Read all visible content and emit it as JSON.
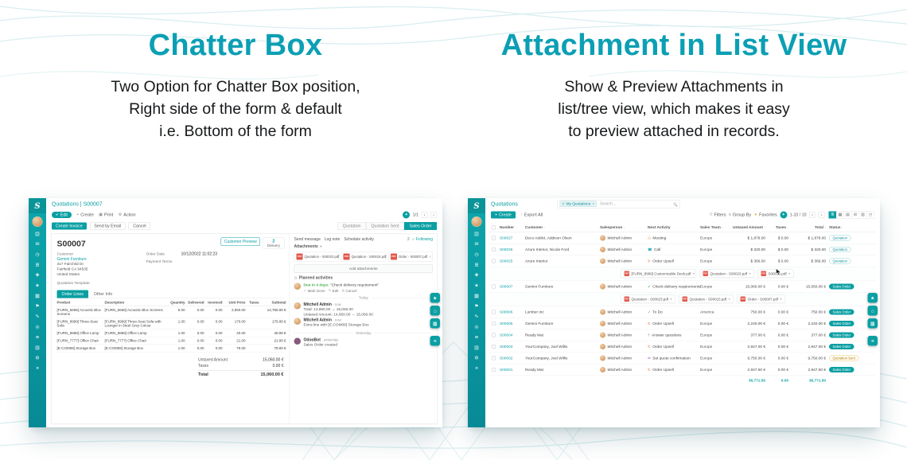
{
  "hero": {
    "left_title": "Chatter Box",
    "left_lines": [
      "Two Option for Chatter Box position,",
      "Right side of the form & default",
      "i.e. Bottom of the form"
    ],
    "right_title": "Attachment in List View",
    "right_lines": [
      "Show & Preview Attachments in",
      "list/tree view, which makes it easy",
      "to preview attached in records."
    ]
  },
  "colors": {
    "accent_teal": "#0a9fa3",
    "title_teal": "#0b9fb4",
    "pdf_red": "#e2574c",
    "bot_purple": "#875a7b",
    "wave_line": "#d5ecef"
  },
  "icons": {
    "logo": "S",
    "edit_check": "✔",
    "create_plus": "+",
    "print": "▣",
    "action_gear": "⚙",
    "refresh_circle": "✦",
    "chevron_left": "‹",
    "chevron_right": "›",
    "caret_down": "▾",
    "export_up": "↑",
    "filters_funnel": "▽",
    "group_by_bars": "≡",
    "favorites_star": "★",
    "pdf": "PDF",
    "close": "×",
    "check": "✓",
    "clock": "◷",
    "pencil": "✎",
    "cancel_slash": "⊘"
  },
  "sidebar_icons": [
    {
      "name": "home",
      "glyph": "▤"
    },
    {
      "name": "discuss",
      "glyph": "✉"
    },
    {
      "name": "calendar",
      "glyph": "◷"
    },
    {
      "name": "crm",
      "glyph": "⊞"
    },
    {
      "name": "sales",
      "glyph": "✚"
    },
    {
      "name": "dashboards",
      "glyph": "★"
    },
    {
      "name": "inventory",
      "glyph": "▦"
    },
    {
      "name": "purchase",
      "glyph": "⚑"
    },
    {
      "name": "accounting",
      "glyph": "✎"
    },
    {
      "name": "project",
      "glyph": "◎"
    },
    {
      "name": "website",
      "glyph": "≋"
    },
    {
      "name": "employees",
      "glyph": "▥"
    },
    {
      "name": "settings",
      "glyph": "⚙"
    },
    {
      "name": "more-apps",
      "glyph": "≡"
    }
  ],
  "edge_buttons": [
    {
      "name": "bookmark",
      "glyph": "★"
    },
    {
      "name": "home-shortcut",
      "glyph": "⌂"
    },
    {
      "name": "apps-grid",
      "glyph": "▦"
    },
    {
      "name": "menu",
      "glyph": "≡"
    }
  ],
  "form_app": {
    "breadcrumb": "Quotations | S00007",
    "toolbar": {
      "edit": "Edit",
      "create": "Create",
      "print": "Print",
      "action": "Action",
      "pager": "1/1"
    },
    "actions": {
      "create_invoice": "Create Invoice",
      "send_by_email": "Send by Email",
      "cancel": "Cancel"
    },
    "statusbar": [
      {
        "label": "Quotation",
        "state": ""
      },
      {
        "label": "Quotation Sent",
        "state": ""
      },
      {
        "label": "Sales Order",
        "state": "active"
      }
    ],
    "customer_preview": "Customer Preview",
    "smart_button": {
      "count": "2",
      "label": "Delivery"
    },
    "record": {
      "name": "S00007",
      "customer_label": "Customer",
      "customer": "Gemini Furniture",
      "address": [
        "317 Fairchild Dr",
        "Fairfield CA 94535",
        "United States"
      ],
      "order_date_label": "Order Date",
      "order_date": "10/12/2022 11:02:23",
      "payment_terms_label": "Payment Terms",
      "template_label": "Quotation Template"
    },
    "tabs": [
      {
        "label": "Order Lines",
        "state": "active"
      },
      {
        "label": "Other Info",
        "state": ""
      }
    ],
    "lines": {
      "headers": [
        "Product",
        "Description",
        "Quantity",
        "Delivered",
        "Invoiced",
        "Unit Price",
        "Taxes",
        "Subtotal"
      ],
      "rows": [
        {
          "product": "[FURN_6666] Acoustic Bloc Screens",
          "description": "[FURN_6666] Acoustic Bloc Screens",
          "qty": "5.00",
          "delivered": "0.00",
          "invoiced": "0.00",
          "price": "2,950.00",
          "taxes": "",
          "subtotal": "14,750.00 €"
        },
        {
          "product": "[FURN_8999] Three-Seat Sofa",
          "description": "[FURN_8999] Three-Seat Sofa with Lounger in Steel Grey Colour",
          "qty": "1.00",
          "delivered": "0.00",
          "invoiced": "0.00",
          "price": "170.00",
          "taxes": "",
          "subtotal": "170.00 €"
        },
        {
          "product": "[FURN_8888] Office Lamp",
          "description": "[FURN_8888] Office Lamp",
          "qty": "1.00",
          "delivered": "0.00",
          "invoiced": "0.00",
          "price": "40.00",
          "taxes": "",
          "subtotal": "40.00 €"
        },
        {
          "product": "[FURN_7777] Office Chair",
          "description": "[FURN_7777] Office Chair",
          "qty": "1.00",
          "delivered": "0.00",
          "invoiced": "0.00",
          "price": "21.00",
          "taxes": "",
          "subtotal": "21.00 €"
        },
        {
          "product": "[E-COM08] Storage Box",
          "description": "[E-COM08] Storage Box",
          "qty": "1.00",
          "delivered": "0.00",
          "invoiced": "0.00",
          "price": "79.00",
          "taxes": "",
          "subtotal": "79.00 €"
        }
      ]
    },
    "totals": {
      "untaxed_label": "Untaxed Amount",
      "untaxed": "15,060.00 €",
      "taxes_label": "Taxes",
      "taxes": "0.00 €",
      "total_label": "Total",
      "total": "15,060.00 €"
    },
    "chatter": {
      "send_message": "Send message",
      "log_note": "Log note",
      "schedule_activity": "Schedule activity",
      "followers": "2",
      "following": "Following",
      "attachments_label": "Attachments",
      "attachments": [
        "Quotation - S00023.pdf",
        "Quotation - S00015.pdf",
        "Order - S00007.pdf"
      ],
      "add_attachments": "Add attachments",
      "planned_label": "Planned activities",
      "activity": {
        "due": "Due in 4 days:",
        "summary": "\"Check delivery requirement\"",
        "mark_done": "Mark Done",
        "edit": "Edit",
        "cancel": "Cancel"
      },
      "today": "Today",
      "yesterday": "Yesterday",
      "messages_today": [
        {
          "author": "Mitchell Admin",
          "time": "- now",
          "avatar_class": "",
          "lines": [
            "Total: 14,950.00 → 15,060.00",
            "Untaxed Amount: 14,950.00 → 15,060.00"
          ]
        },
        {
          "author": "Mitchell Admin",
          "time": "- now",
          "avatar_class": "",
          "lines": [
            "Extra line with [E-COM08] Storage Box"
          ]
        }
      ],
      "messages_yesterday": [
        {
          "author": "OdooBot",
          "time": "- yesterday",
          "avatar_class": "bot",
          "lines": [
            "Sales Order created"
          ]
        }
      ]
    }
  },
  "list_app": {
    "breadcrumb": "Quotations",
    "search": {
      "facet": "My Quotations",
      "placeholder": "Search..."
    },
    "toolbar": {
      "create": "Create",
      "export": "Export All",
      "filters": "Filters",
      "group_by": "Group By",
      "favorites": "Favorites",
      "pager": "1-10 / 10"
    },
    "views": [
      {
        "name": "list-view",
        "glyph": "≣",
        "state": "active"
      },
      {
        "name": "kanban-view",
        "glyph": "▦",
        "state": ""
      },
      {
        "name": "calendar-view",
        "glyph": "▤",
        "state": ""
      },
      {
        "name": "pivot-view",
        "glyph": "⊞",
        "state": ""
      },
      {
        "name": "graph-view",
        "glyph": "▥",
        "state": ""
      },
      {
        "name": "activity-view",
        "glyph": "◷",
        "state": ""
      }
    ],
    "table": {
      "headers": [
        {
          "label": "Number",
          "sort": "↕"
        },
        {
          "label": "Customer",
          "sort": "↕"
        },
        {
          "label": "Salesperson",
          "sort": "↕"
        },
        {
          "label": "Next Activity",
          "sort": ""
        },
        {
          "label": "Sales Team",
          "sort": "↕"
        },
        {
          "label": "Untaxed Amount",
          "sort": "↕"
        },
        {
          "label": "Taxes",
          "sort": "↕"
        },
        {
          "label": "Total",
          "sort": "↕"
        },
        {
          "label": "Status",
          "sort": "↕"
        }
      ],
      "rows": [
        {
          "number": "S00027",
          "customer": "Deco Addict, Addison Olson",
          "salesperson": "Mitchell Admin",
          "activity_glyph": "◷",
          "activity_color": "#e8a33d",
          "activity": "Meeting",
          "team": "Europe",
          "untaxed": "$ 1,878.00",
          "taxes": "$ 0.00",
          "total": "$ 1,878.00",
          "status": "Quotation",
          "status_class": "st-quotation"
        },
        {
          "number": "S00026",
          "customer": "Azure Interior, Nicole Ford",
          "salesperson": "Mitchell Admin",
          "activity_glyph": "☎",
          "activity_color": "#0a9fa3",
          "activity": "Call",
          "team": "Europe",
          "untaxed": "$ 320.00",
          "taxes": "$ 0.00",
          "total": "$ 320.00",
          "status": "Quotation",
          "status_class": "st-quotation"
        },
        {
          "number": "S00025",
          "customer": "Azure Interior",
          "salesperson": "Mitchell Admin",
          "activity_glyph": "↻",
          "activity_color": "#f06050",
          "activity": "Order Upsell",
          "team": "Europe",
          "untaxed": "$ 366.00",
          "taxes": "$ 0.00",
          "total": "$ 366.00",
          "status": "Quotation",
          "status_class": "st-quotation",
          "attachments": [
            "[FURN_8999] Customizable Desk.pdf",
            "Quotation - S00023.pdf",
            "S00015.pdf"
          ]
        },
        {
          "number": "S00007",
          "customer": "Gemini Furniture",
          "salesperson": "Mitchell Admin",
          "activity_glyph": "✔",
          "activity_color": "#5cb85c",
          "activity": "Check delivery requirements",
          "team": "Europe",
          "untaxed": "15,060.00 €",
          "taxes": "0.00 €",
          "total": "15,060.00 €",
          "status": "Sales Order",
          "status_class": "st-sale",
          "attachments": [
            "Quotation - S00023.pdf",
            "Quotation - S00015.pdf",
            "Order - S00007.pdf"
          ]
        },
        {
          "number": "S00006",
          "customer": "Lumber Inc",
          "salesperson": "Mitchell Admin",
          "activity_glyph": "✓",
          "activity_color": "#6c757d",
          "activity": "To Do",
          "team": "America",
          "untaxed": "750.00 €",
          "taxes": "0.00 €",
          "total": "750.00 €",
          "status": "Sales Order",
          "status_class": "st-sale"
        },
        {
          "number": "S00005",
          "customer": "Gemini Furniture",
          "salesperson": "Mitchell Admin",
          "activity_glyph": "↻",
          "activity_color": "#f06050",
          "activity": "Order Upsell",
          "team": "Europe",
          "untaxed": "2,240.00 €",
          "taxes": "0.00 €",
          "total": "2,240.00 €",
          "status": "Sales Order",
          "status_class": "st-sale"
        },
        {
          "number": "S00004",
          "customer": "Ready Mat",
          "salesperson": "Mitchell Admin",
          "activity_glyph": "?",
          "activity_color": "#337ab7",
          "activity": "Answer questions",
          "team": "Europe",
          "untaxed": "377.00 €",
          "taxes": "0.00 €",
          "total": "377.00 €",
          "status": "Sales Order",
          "status_class": "st-sale"
        },
        {
          "number": "S00003",
          "customer": "YourCompany, Joel Willis",
          "salesperson": "Mitchell Admin",
          "activity_glyph": "↻",
          "activity_color": "#f06050",
          "activity": "Order Upsell",
          "team": "Europe",
          "untaxed": "2,947.00 €",
          "taxes": "0.00 €",
          "total": "2,947.00 €",
          "status": "Sales Order",
          "status_class": "st-sale"
        },
        {
          "number": "S00002",
          "customer": "YourCompany, Joel Willis",
          "salesperson": "Mitchell Admin",
          "activity_glyph": "✉",
          "activity_color": "#9b59b6",
          "activity": "Set quote confirmation",
          "team": "Europe",
          "untaxed": "9,750.00 €",
          "taxes": "0.00 €",
          "total": "9,750.00 €",
          "status": "Quotation Sent",
          "status_class": "st-sent"
        },
        {
          "number": "S00001",
          "customer": "Ready Mat",
          "salesperson": "Mitchell Admin",
          "activity_glyph": "↻",
          "activity_color": "#f06050",
          "activity": "Order Upsell",
          "team": "Europe",
          "untaxed": "2,947.50 €",
          "taxes": "0.00 €",
          "total": "2,947.50 €",
          "status": "Sales Order",
          "status_class": "st-sale"
        }
      ]
    },
    "footer": {
      "untaxed": "36,771.50",
      "taxes": "0.00",
      "total": "36,771.50"
    }
  }
}
